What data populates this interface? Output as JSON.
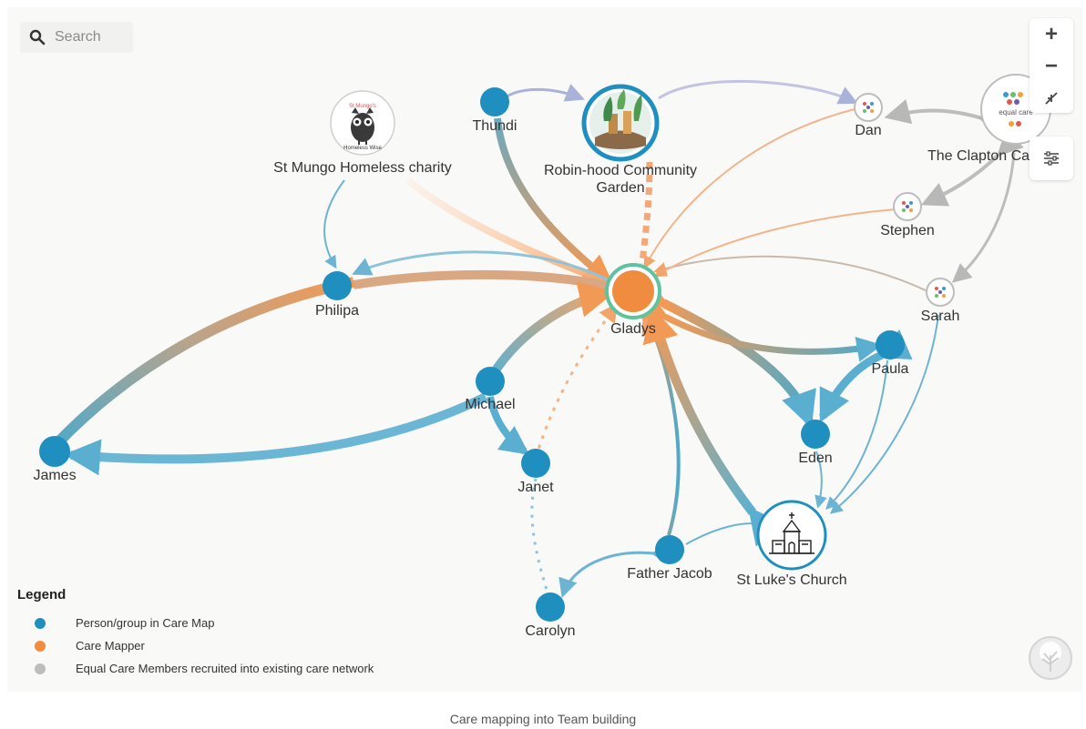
{
  "search": {
    "placeholder": "Search"
  },
  "controls": {
    "zoom_in": "+",
    "zoom_out": "−"
  },
  "legend": {
    "title": "Legend",
    "items": [
      {
        "label": "Person/group in Care Map",
        "color": "#1f8fbf"
      },
      {
        "label": "Care Mapper",
        "color": "#f08c3f"
      },
      {
        "label": "Equal Care Members recruited into existing care network",
        "color": "#bdbdbd"
      }
    ]
  },
  "caption": "Care mapping into Team building",
  "colors": {
    "person": "#1f8fbf",
    "mapper": "#f08c3f",
    "member": "#bdbdbd",
    "mapper_ring": "#5fc3a0"
  },
  "nodes": [
    {
      "id": "thundi",
      "label": "Thundi",
      "type": "person"
    },
    {
      "id": "robinhood",
      "label": "Robin-hood Community",
      "label2": "Garden",
      "type": "image-garden"
    },
    {
      "id": "stmungo",
      "label": "St Mungo Homeless charity",
      "type": "image-owl",
      "logo_text": "St Mungo's Homeless Wise"
    },
    {
      "id": "philipa",
      "label": "Philipa",
      "type": "person"
    },
    {
      "id": "gladys",
      "label": "Gladys",
      "type": "mapper"
    },
    {
      "id": "michael",
      "label": "Michael",
      "type": "person"
    },
    {
      "id": "james",
      "label": "James",
      "type": "person"
    },
    {
      "id": "janet",
      "label": "Janet",
      "type": "person"
    },
    {
      "id": "carolyn",
      "label": "Carolyn",
      "type": "person"
    },
    {
      "id": "fatherjacob",
      "label": "Father Jacob",
      "type": "person"
    },
    {
      "id": "stlukes",
      "label": "St Luke's Church",
      "type": "image-church"
    },
    {
      "id": "eden",
      "label": "Eden",
      "type": "person"
    },
    {
      "id": "paula",
      "label": "Paula",
      "type": "person"
    },
    {
      "id": "sarah",
      "label": "Sarah",
      "type": "member"
    },
    {
      "id": "stephen",
      "label": "Stephen",
      "type": "member"
    },
    {
      "id": "dan",
      "label": "Dan",
      "type": "member"
    },
    {
      "id": "clapton",
      "label": "The Clapton Care Cir",
      "type": "image-equalcare",
      "logo_text": "equal care"
    }
  ]
}
